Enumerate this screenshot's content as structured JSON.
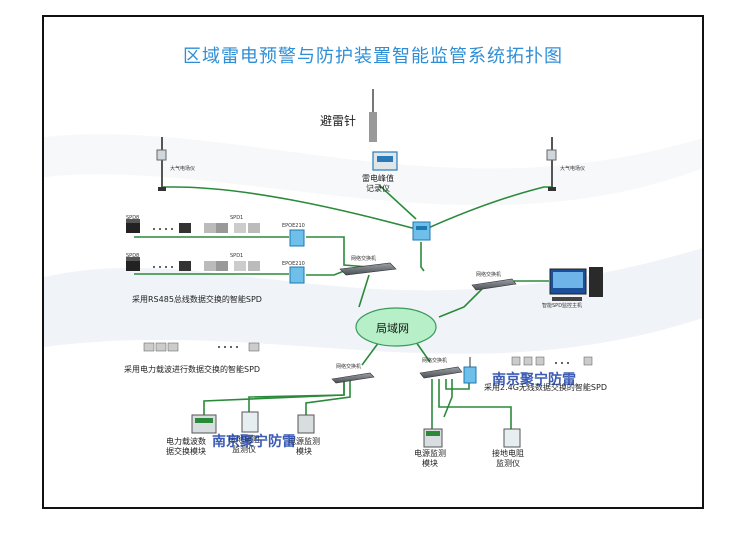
{
  "title": "区域雷电预警与防护装置智能监管系统拓扑图",
  "lightning_rod": "避雷针",
  "field_meter_left": "大气电场仪",
  "field_meter_right": "大气电场仪",
  "peak_recorder": "雷电峰值\n记录仪",
  "spd_row1_a": "SPD8",
  "spd_row1_b": "SPD1",
  "spd_row2_a": "SPD8",
  "spd_row2_b": "SPD1",
  "epoe_1": "EPOE210",
  "epoe_2": "EPOE210",
  "switch_top": "网络交换机",
  "switch_right": "网络交换机",
  "switch_left_bottom": "网络交换机",
  "switch_mid_bottom": "网络交换机",
  "monitor_host": "智能SPD监控主机",
  "rs485_caption": "采用RS485总线数据交换的智能SPD",
  "plc_caption": "采用电力载波进行数据交换的智能SPD",
  "wireless_caption": "采用2.4G无线数据交换的智能SPD",
  "lan": "局域网",
  "plc_module": "电力载波数\n据交换模块",
  "grounding_meter_left": "接地电阻\n监测仪",
  "power_module_left": "电源监测\n模块",
  "power_module_bottom": "电源监测\n模块",
  "grounding_meter_bottom": "接地电阻\n监测仪",
  "watermark": "南京聚宁防雷",
  "colors": {
    "title": "#2f8fd6",
    "line": "#2a8a3a",
    "lan_fill": "#b7f0c8",
    "lan_stroke": "#3a9a5a",
    "watermark": "#1a3fa8"
  }
}
